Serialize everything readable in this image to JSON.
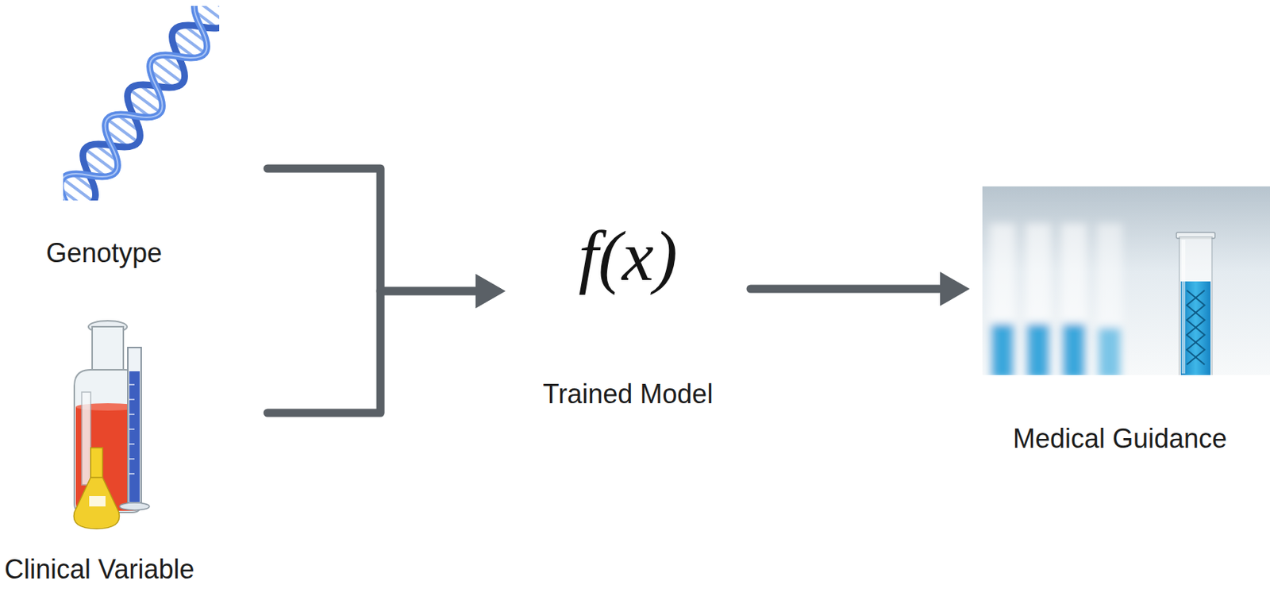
{
  "diagram": {
    "nodes": [
      {
        "text": [
          "Genotype"
        ]
      },
      {
        "text": [
          "Clinical Variable"
        ]
      },
      {
        "text": [
          "f(x)",
          "Trained Model"
        ]
      },
      {
        "text": [
          "Medical Guidance"
        ]
      }
    ],
    "edges": [
      {
        "from": 0,
        "to": 2,
        "arrow": "to"
      },
      {
        "from": 1,
        "to": 2,
        "arrow": "to"
      },
      {
        "from": 2,
        "to": 3,
        "arrow": "to"
      }
    ]
  }
}
